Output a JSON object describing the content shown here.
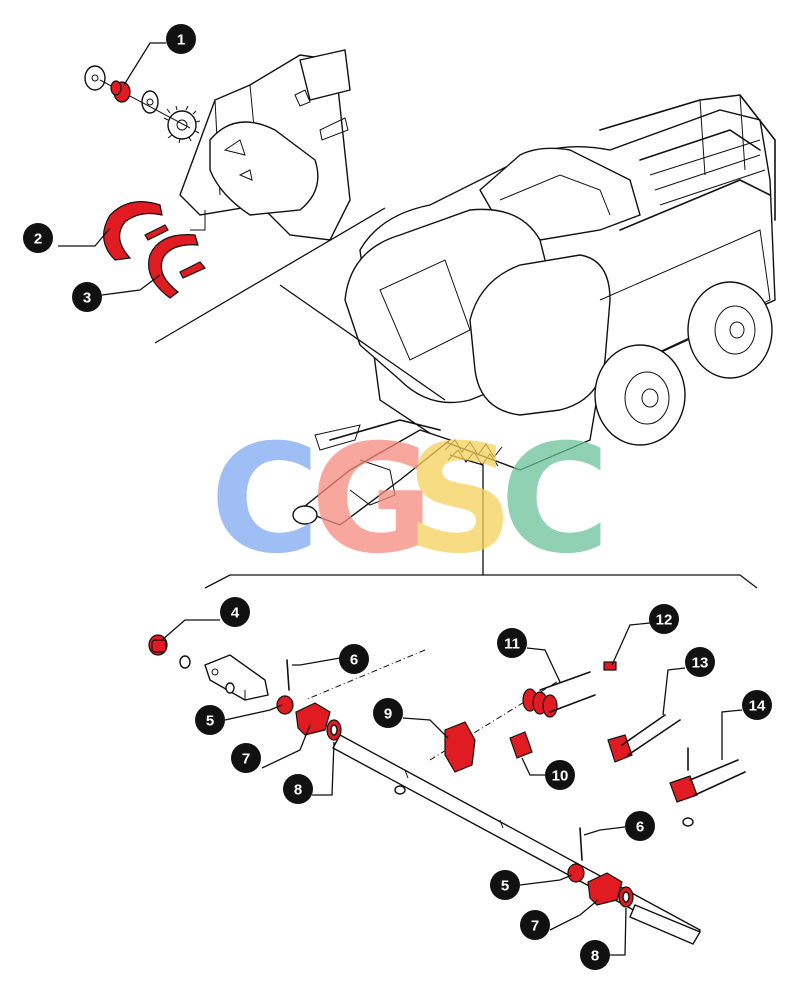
{
  "callouts": [
    {
      "id": "c1",
      "label": "1"
    },
    {
      "id": "c2",
      "label": "2"
    },
    {
      "id": "c3",
      "label": "3"
    },
    {
      "id": "c4",
      "label": "4"
    },
    {
      "id": "c5a",
      "label": "5"
    },
    {
      "id": "c6a",
      "label": "6"
    },
    {
      "id": "c7a",
      "label": "7"
    },
    {
      "id": "c8a",
      "label": "8"
    },
    {
      "id": "c9",
      "label": "9"
    },
    {
      "id": "c10",
      "label": "10"
    },
    {
      "id": "c11",
      "label": "11"
    },
    {
      "id": "c12",
      "label": "12"
    },
    {
      "id": "c13",
      "label": "13"
    },
    {
      "id": "c14",
      "label": "14"
    },
    {
      "id": "c6b",
      "label": "6"
    },
    {
      "id": "c5b",
      "label": "5"
    },
    {
      "id": "c7b",
      "label": "7"
    },
    {
      "id": "c8b",
      "label": "8"
    }
  ],
  "watermark": {
    "letters": [
      "C",
      "G",
      "S",
      "C"
    ],
    "colors": [
      "#7ea9f2",
      "#f58a7e",
      "#f5d15c",
      "#6cc29b"
    ]
  },
  "colors": {
    "part_highlight": "#e01b22",
    "line": "#111111",
    "background": "#ffffff"
  }
}
